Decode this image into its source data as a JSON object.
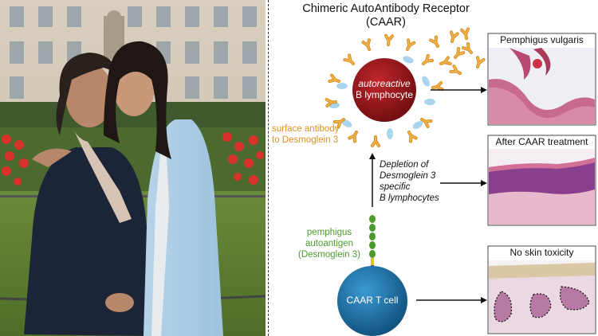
{
  "title": {
    "line1": "Chimeric AutoAntibody Receptor",
    "line2": "(CAAR)"
  },
  "b_cell": {
    "line1": "autoreactive",
    "line2": "B lymphocyte"
  },
  "surface_antibody": {
    "line1": "surface antibody",
    "line2": "to Desmoglein 3"
  },
  "depletion": {
    "line1": "Depletion of",
    "line2": "Desmoglein 3",
    "line3": "specific",
    "line4": "B lymphocytes"
  },
  "autoantigen": {
    "line1": "pemphigus",
    "line2": "autoantigen",
    "line3": "(Desmoglein 3)"
  },
  "t_cell": "CAAR T cell",
  "panels": {
    "top": "Pemphigus vulgaris",
    "middle": "After CAAR treatment",
    "bottom": "No skin toxicity"
  },
  "colors": {
    "b_cell": "#8b1418",
    "t_cell": "#1d6ea3",
    "antibody": "#e8a030",
    "surface_receptor": "#a9d4ee",
    "autoantigen": "#4a9a2e",
    "text_orange": "#e09020",
    "text_green": "#4a9a2e"
  }
}
